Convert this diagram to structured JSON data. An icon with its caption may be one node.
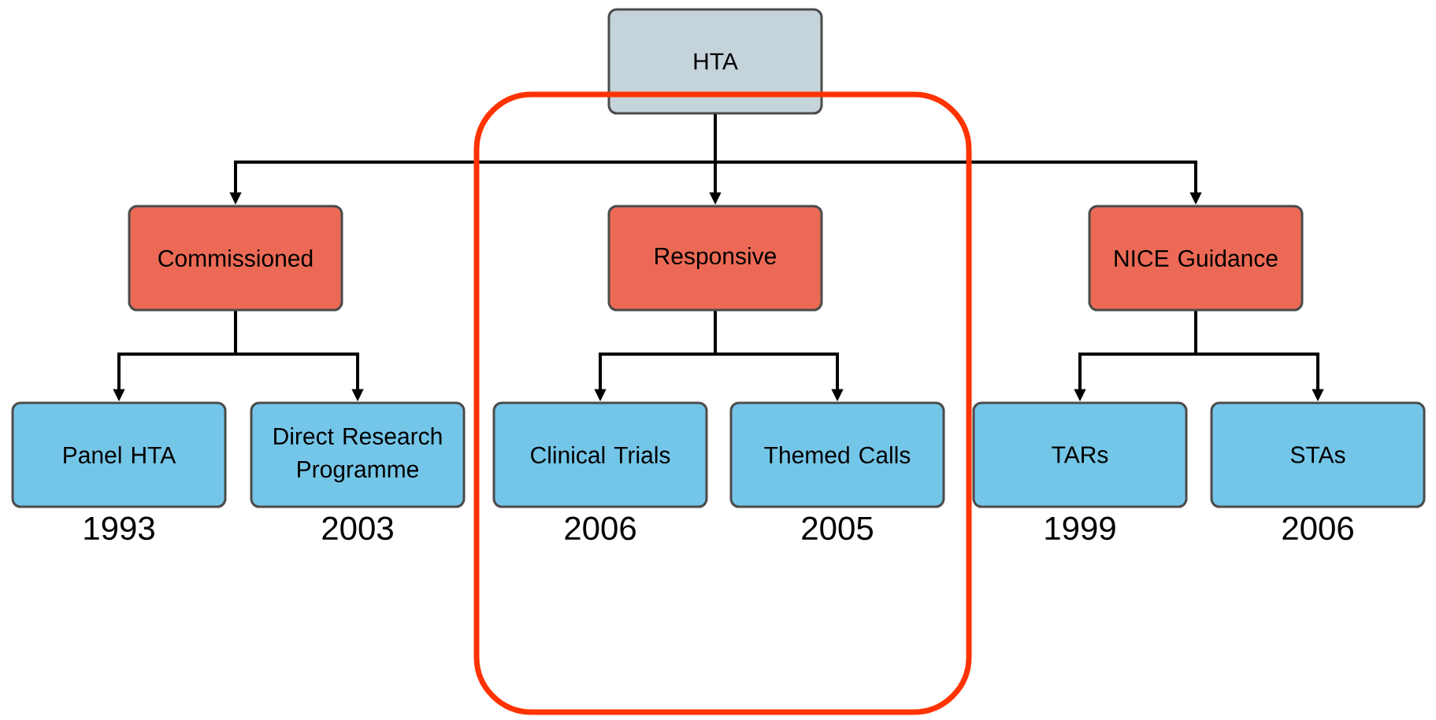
{
  "diagram": {
    "nodes": [
      {
        "text": [
          "HTA"
        ]
      },
      {
        "text": [
          "Commissioned"
        ]
      },
      {
        "text": [
          "Responsive"
        ]
      },
      {
        "text": [
          "NICE Guidance"
        ]
      },
      {
        "text": [
          "Panel HTA"
        ],
        "beside": [
          "1993"
        ]
      },
      {
        "text": [
          "Direct Research Programme"
        ],
        "beside": [
          "2003"
        ]
      },
      {
        "text": [
          "Clinical Trials"
        ],
        "beside": [
          "2006"
        ]
      },
      {
        "text": [
          "Themed Calls"
        ],
        "beside": [
          "2005"
        ]
      },
      {
        "text": [
          "TARs"
        ],
        "beside": [
          "1999"
        ]
      },
      {
        "text": [
          "STAs"
        ],
        "beside": [
          "2006"
        ]
      }
    ],
    "edges": [
      {
        "from": 0,
        "to": 1,
        "arrow": "to"
      },
      {
        "from": 0,
        "to": 2,
        "arrow": "to"
      },
      {
        "from": 0,
        "to": 3,
        "arrow": "to"
      },
      {
        "from": 1,
        "to": 4,
        "arrow": "to"
      },
      {
        "from": 1,
        "to": 5,
        "arrow": "to"
      },
      {
        "from": 2,
        "to": 6,
        "arrow": "to"
      },
      {
        "from": 2,
        "to": 7,
        "arrow": "to"
      },
      {
        "from": 3,
        "to": 8,
        "arrow": "to"
      },
      {
        "from": 3,
        "to": 9,
        "arrow": "to"
      }
    ]
  }
}
